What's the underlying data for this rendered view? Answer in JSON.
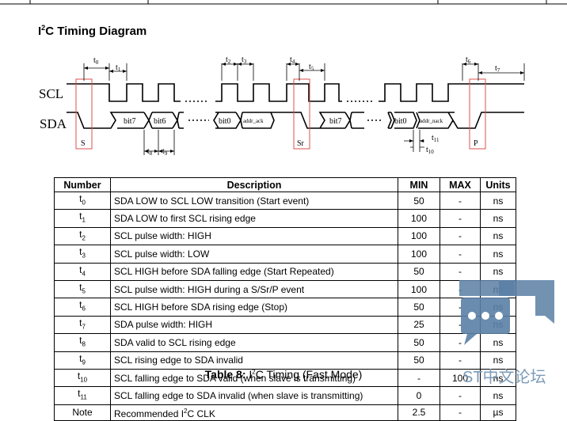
{
  "heading": {
    "prefix": "I",
    "sup": "2",
    "rest": "C Timing Diagram"
  },
  "diagram": {
    "scl_label": "SCL",
    "sda_label": "SDA",
    "time_labels": {
      "t0": "t",
      "t0s": "0",
      "t1": "t",
      "t1s": "1",
      "t2": "t",
      "t2s": "2",
      "t3": "t",
      "t3s": "3",
      "t4": "t",
      "t4s": "4",
      "t5": "t",
      "t5s": "5",
      "t6": "t",
      "t6s": "6",
      "t7": "t",
      "t7s": "7",
      "t8": "t",
      "t8s": "8",
      "t9": "t",
      "t9s": "9",
      "t10": "t",
      "t10s": "10",
      "t11": "t",
      "t11s": "11"
    },
    "bits": [
      "bit7",
      "bit6",
      "bit0",
      "addr_ack",
      "bit7",
      "bit0",
      "addr_nack"
    ],
    "markers": [
      "S",
      "Sr",
      "P"
    ]
  },
  "table": {
    "headers": [
      "Number",
      "Description",
      "MIN",
      "MAX",
      "Units"
    ],
    "rows": [
      {
        "num": "t",
        "sub": "0",
        "desc": "SDA LOW to SCL LOW transition (Start event)",
        "min": "50",
        "max": "-",
        "units": "ns"
      },
      {
        "num": "t",
        "sub": "1",
        "desc": "SDA LOW to first SCL rising edge",
        "min": "100",
        "max": "-",
        "units": "ns"
      },
      {
        "num": "t",
        "sub": "2",
        "desc": "SCL pulse width: HIGH",
        "min": "100",
        "max": "-",
        "units": "ns"
      },
      {
        "num": "t",
        "sub": "3",
        "desc": "SCL pulse width: LOW",
        "min": "100",
        "max": "-",
        "units": "ns"
      },
      {
        "num": "t",
        "sub": "4",
        "desc": "SCL HIGH before SDA falling edge (Start Repeated)",
        "min": "50",
        "max": "-",
        "units": "ns"
      },
      {
        "num": "t",
        "sub": "5",
        "desc": "SCL pulse width: HIGH during a S/Sr/P event",
        "min": "100",
        "max": "-",
        "units": "ns"
      },
      {
        "num": "t",
        "sub": "6",
        "desc": "SCL HIGH before SDA rising edge (Stop)",
        "min": "50",
        "max": "-",
        "units": "ns"
      },
      {
        "num": "t",
        "sub": "7",
        "desc": "SDA pulse width: HIGH",
        "min": "25",
        "max": "-",
        "units": "ns"
      },
      {
        "num": "t",
        "sub": "8",
        "desc": "SDA valid to SCL rising edge",
        "min": "50",
        "max": "-",
        "units": "ns"
      },
      {
        "num": "t",
        "sub": "9",
        "desc": "SCL rising edge to SDA invalid",
        "min": "50",
        "max": "-",
        "units": "ns"
      },
      {
        "num": "t",
        "sub": "10",
        "desc": "SCL falling edge to SDA valid (when slave is transmitting)",
        "min": "-",
        "max": "100",
        "units": "ns"
      },
      {
        "num": "t",
        "sub": "11",
        "desc": "SCL falling edge to SDA invalid (when slave is transmitting)",
        "min": "0",
        "max": "-",
        "units": "ns"
      },
      {
        "num": "Note",
        "sub": "",
        "desc_pre": "Recommended I",
        "desc_sup": "2",
        "desc_post": "C CLK",
        "min": "2.5",
        "max": "-",
        "units": "µs"
      }
    ]
  },
  "caption": {
    "bold": "Table 8:",
    "pre": " I",
    "sup": "2",
    "post": "C Timing (Fast Mode)"
  },
  "watermark": {
    "text": "ST中文论坛",
    "color": "#7c9bb8"
  }
}
